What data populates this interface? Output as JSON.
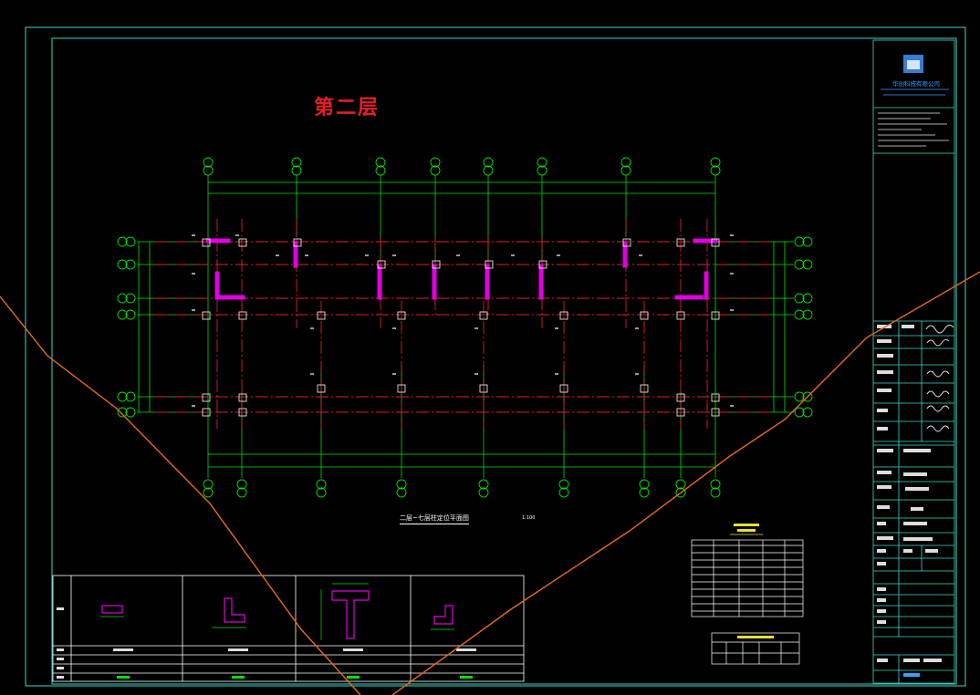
{
  "drawing": {
    "title": "第二层",
    "plan_title": "二层~七层柱定位平面图",
    "scale": "1:100"
  },
  "title_block": {
    "company": "华创科技有限公司"
  },
  "colors": {
    "background": "#000000",
    "frame": "#3fd9c8",
    "grid_axis": "#00e000",
    "beam_red": "#e0202a",
    "column_magenta": "#e000e0",
    "dimension_white": "#ffffff",
    "markup_orange": "#e86a1a",
    "title_red": "#e0202a",
    "table_yellow": "#e8e030"
  }
}
